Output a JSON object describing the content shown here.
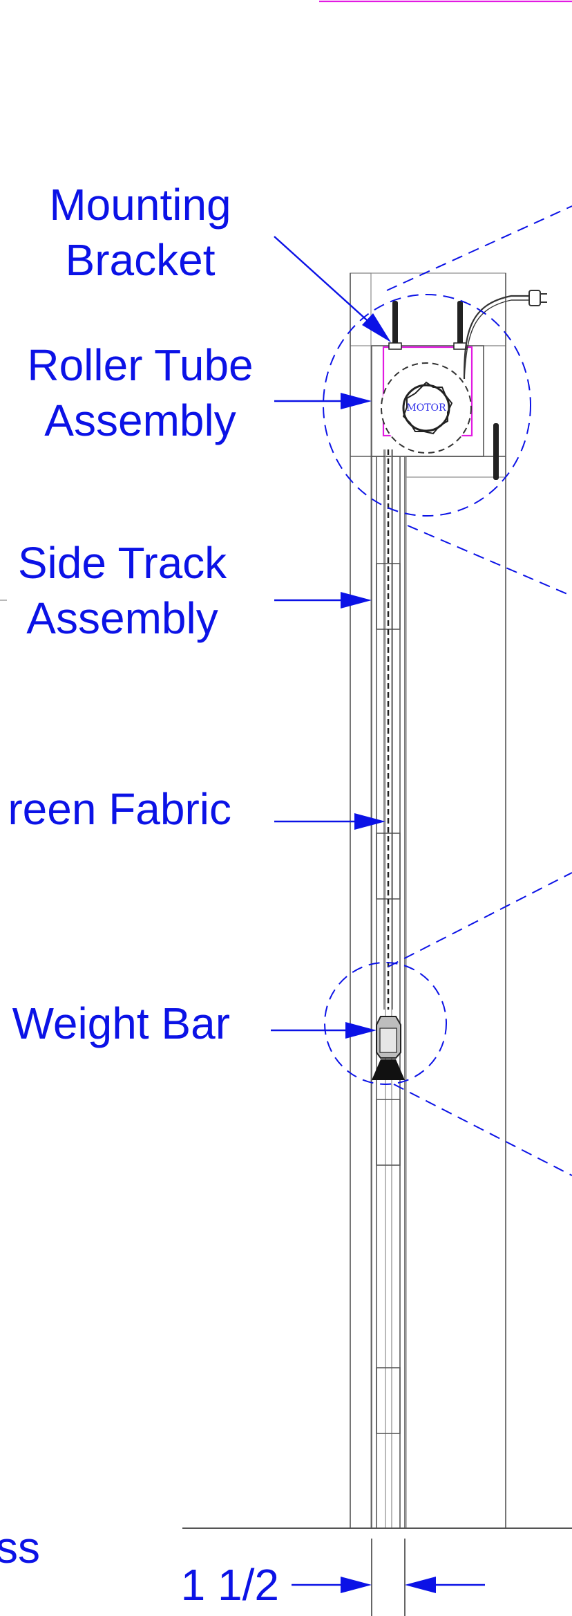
{
  "callouts": {
    "mounting_bracket": [
      "Mounting",
      "Bracket"
    ],
    "roller_tube_assembly": [
      "Roller Tube",
      "Assembly"
    ],
    "side_track_assembly": [
      "Side Track",
      "Assembly"
    ],
    "screen_fabric": "reen Fabric",
    "weight_bar": "Weight Bar"
  },
  "motor_label": "MOTOR",
  "dimension": "1 1/2",
  "partial_left_text": "ss",
  "colors": {
    "callout": "#0b12e6",
    "outline": "#5a5a5a",
    "magenta_box": "#e21be2",
    "concrete_fill": "#f4f4f4"
  }
}
